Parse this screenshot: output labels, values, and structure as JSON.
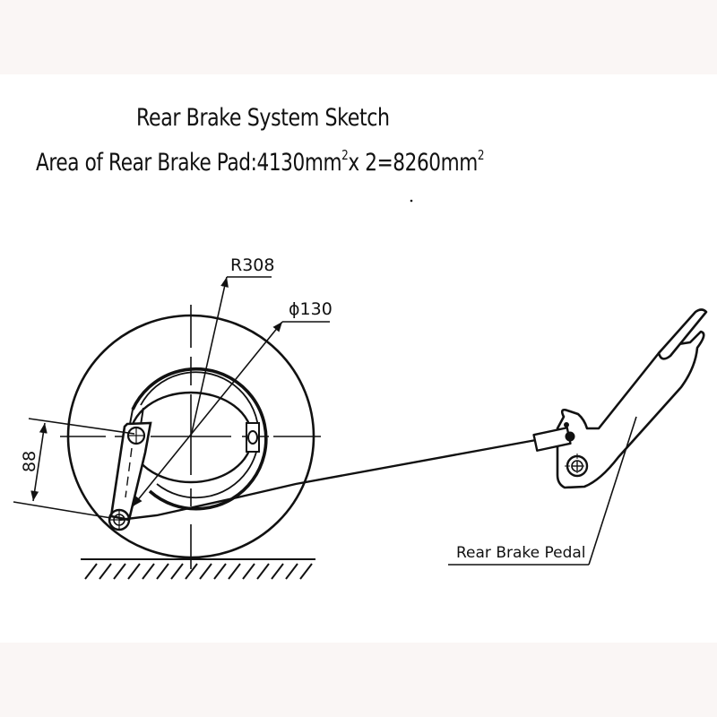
{
  "title": "Rear Brake System Sketch",
  "subtitle": {
    "prefix": "Area of Rear Brake Pad:4130mm",
    "exp1": "2",
    "middle": "x 2=8260mm",
    "exp2": "2"
  },
  "dimensions": {
    "wheel_radius": "R308",
    "drum_diameter": "ϕ130",
    "lever_offset": "88"
  },
  "labels": {
    "pedal": "Rear Brake Pedal"
  },
  "colors": {
    "ink": "#111111",
    "band": "#faf6f5",
    "paper": "#ffffff"
  }
}
